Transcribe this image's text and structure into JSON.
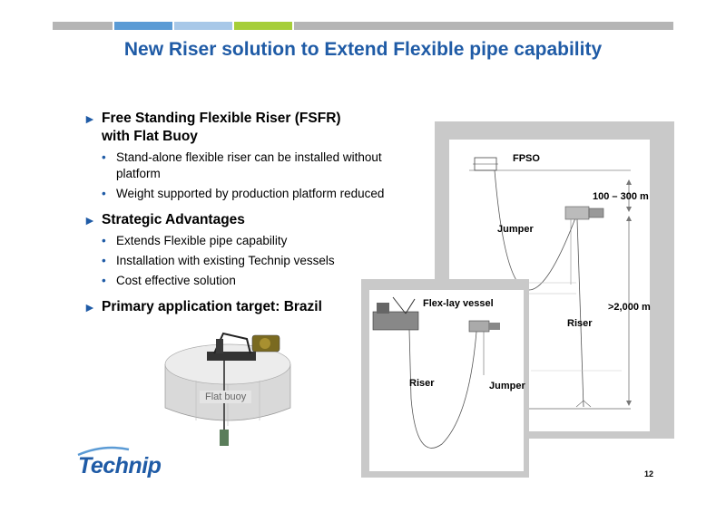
{
  "header": {
    "bar_colors": [
      "#b5b5b5",
      "#5b9bd5",
      "#a8c8e8",
      "#a6ce39",
      "#b5b5b5"
    ],
    "title": "New Riser solution to Extend Flexible pipe capability"
  },
  "content": {
    "sections": [
      {
        "heading_line1": "Free Standing Flexible Riser (FSFR)",
        "heading_line2": "with Flat Buoy",
        "items": [
          "Stand-alone flexible riser can be installed without platform",
          "Weight supported by production platform reduced"
        ]
      },
      {
        "heading": "Strategic Advantages",
        "items": [
          "Extends Flexible pipe capability",
          "Installation with existing Technip vessels",
          "Cost effective solution"
        ]
      },
      {
        "heading": "Primary application target: Brazil"
      }
    ]
  },
  "diagram_back": {
    "fpso_label": "FPSO",
    "depth_top_label": "100 – 300 m",
    "jumper_label": "Jumper",
    "depth_total_label": ">2,000 m",
    "riser_label": "Riser"
  },
  "diagram_front": {
    "vessel_label": "Flex-lay vessel",
    "riser_label": "Riser",
    "jumper_label": "Jumper"
  },
  "buoy": {
    "label": "Flat buoy"
  },
  "footer": {
    "logo_text": "Technip",
    "page_number": "12"
  }
}
